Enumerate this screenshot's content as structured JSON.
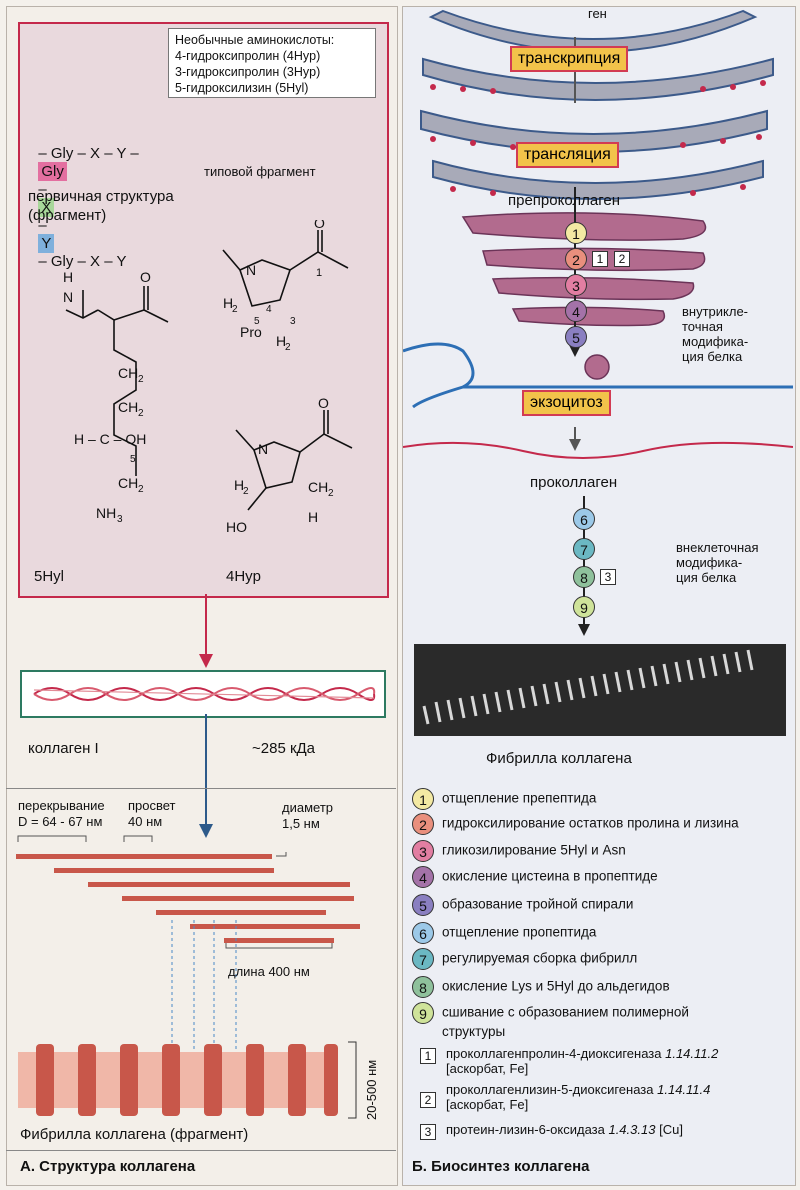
{
  "panel_a": {
    "note_title": "Необычные аминокислоты:",
    "note_lines": [
      "4-гидроксипролин (4Hyp)",
      "3-гидроксипролин (3Hyp)",
      "5-гидроксилизин (5Hyl)"
    ],
    "seq": {
      "left": "– Gly – X – Y –",
      "gly": "Gly",
      "x": "X",
      "y": "Y",
      "right": "– Gly – X – Y"
    },
    "typical_fragment": "типовой фрагмент",
    "primary_structure": "первичная структура",
    "fragment": "(фрагмент)",
    "labels": {
      "pro": "Pro",
      "hyl": "5Hyl",
      "hyp": "4Hyp"
    },
    "collagen_i": "коллаген I",
    "mass": "~285 кДа",
    "overlap": "перекрывание",
    "overlap_d": "D = 64 - 67 нм",
    "gap": "просвет",
    "gap_val": "40 нм",
    "diameter": "диаметр",
    "diameter_val": "1,5 нм",
    "length": "длина 400 нм",
    "width_range": "20-500 нм",
    "fibril_fragment": "Фибрилла коллагена (фрагмент)",
    "title": "А. Структура коллагена"
  },
  "panel_b": {
    "gene": "ген",
    "transcription": "транскрипция",
    "translation": "трансляция",
    "preprocollagen": "препроколлаген",
    "intracellular": [
      "внутрикле-",
      "точная",
      "модифика-",
      "ция белка"
    ],
    "exocytosis": "экзоцитоз",
    "procollagen": "проколлаген",
    "extracellular": [
      "внеклеточная",
      "модифика-",
      "ция белка"
    ],
    "fibril": "Фибрилла коллагена",
    "title": "Б. Биосинтез коллагена",
    "legend": [
      {
        "n": "1",
        "text": "отщепление препептида",
        "color": "#f3e9a3"
      },
      {
        "n": "2",
        "text": "гидроксилирование остатков пролина и лизина",
        "color": "#e98f7d"
      },
      {
        "n": "3",
        "text": "гликозилирование 5Hyl и Asn",
        "color": "#e27ea2"
      },
      {
        "n": "4",
        "text": "окисление цистеина в пропептиде",
        "color": "#a472a8"
      },
      {
        "n": "5",
        "text": "образование тройной спирали",
        "color": "#8a7fc1"
      },
      {
        "n": "6",
        "text": "отщепление пропептида",
        "color": "#9cc9e8"
      },
      {
        "n": "7",
        "text": "регулируемая сборка фибрилл",
        "color": "#6bb8c3"
      },
      {
        "n": "8",
        "text": "окисление Lys и 5Hyl до альдегидов",
        "color": "#8fc19c"
      },
      {
        "n": "9",
        "text": "сшивание с образованием полимерной",
        "text2": "структуры",
        "color": "#cfe39a"
      }
    ],
    "enzymes": [
      {
        "n": "1",
        "name": "проколлагенпролин-4-диоксигеназа",
        "ec": "1.14.11.2",
        "cof": "[аскорбат, Fe]"
      },
      {
        "n": "2",
        "name": "проколлагенлизин-5-диоксигеназа",
        "ec": "1.14.11.4",
        "cof": "[аскорбат, Fe]"
      },
      {
        "n": "3",
        "name": "протеин-лизин-6-оксидаза",
        "ec": "1.4.3.13",
        "cof": "[Cu]"
      }
    ]
  }
}
